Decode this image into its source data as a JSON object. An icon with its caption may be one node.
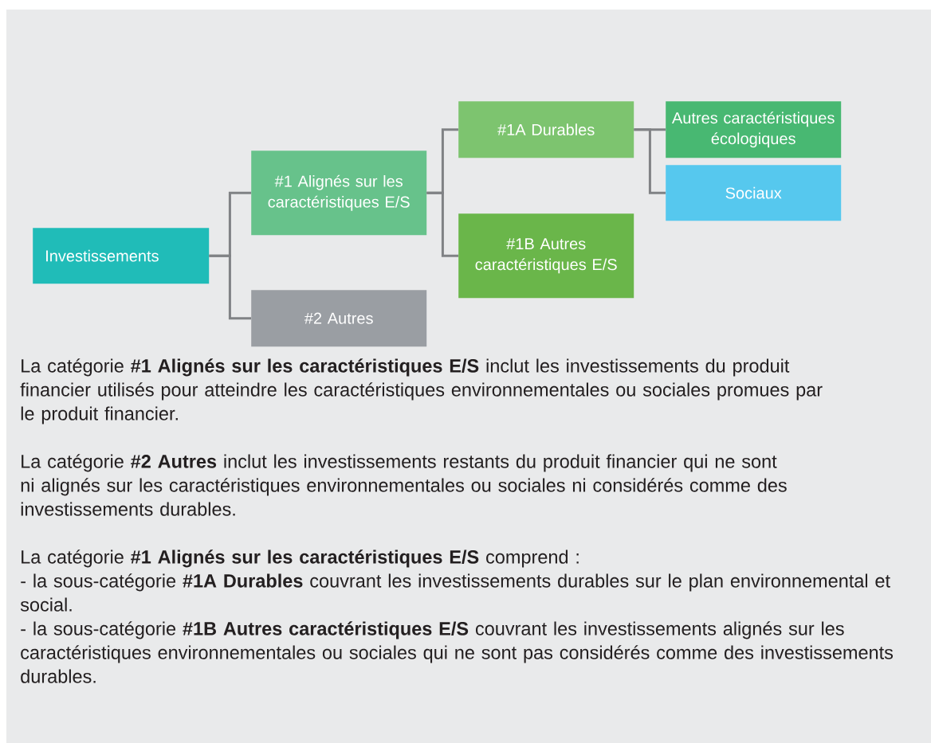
{
  "diagram": {
    "nodes": [
      {
        "text": [
          "Investissements"
        ]
      },
      {
        "text": [
          "#1 Alignés sur les caractéristiques E/S"
        ]
      },
      {
        "text": [
          "#2 Autres"
        ]
      },
      {
        "text": [
          "#1A Durables"
        ]
      },
      {
        "text": [
          "#1B Autres caractéristiques E/S"
        ]
      },
      {
        "text": [
          "Autres caractéristiques écologiques"
        ]
      },
      {
        "text": [
          "Sociaux"
        ]
      }
    ],
    "edges": [
      {
        "from": 0,
        "to": 1,
        "arrow": "none"
      },
      {
        "from": 0,
        "to": 2,
        "arrow": "none"
      },
      {
        "from": 1,
        "to": 3,
        "arrow": "none"
      },
      {
        "from": 1,
        "to": 4,
        "arrow": "none"
      },
      {
        "from": 3,
        "to": 5,
        "arrow": "none"
      },
      {
        "from": 3,
        "to": 6,
        "arrow": "none"
      }
    ],
    "labels": [
      "La catégorie **#1 Alignés sur les caractéristiques E/S** inclut les investissements du produit financier utilisés pour atteindre les caractéristiques environnementales ou sociales promues par le produit financier.",
      "La catégorie **#2 Autres** inclut les investissements restants du produit financier qui ne sont ni alignés sur les caractéristiques environnementales ou sociales ni considérés comme des investissements durables.",
      "La catégorie **#1 Alignés sur les caractéristiques E/S** comprend :",
      "- la sous-catégorie **#1A Durables** couvrant les investissements durables sur le plan environnemental et social.",
      "- la sous-catégorie **#1B Autres caractéristiques E/S** couvrant les investissements alignés sur les caractéristiques environnementales ou sociales qui ne sont pas considérés comme des investissements durables."
    ]
  }
}
